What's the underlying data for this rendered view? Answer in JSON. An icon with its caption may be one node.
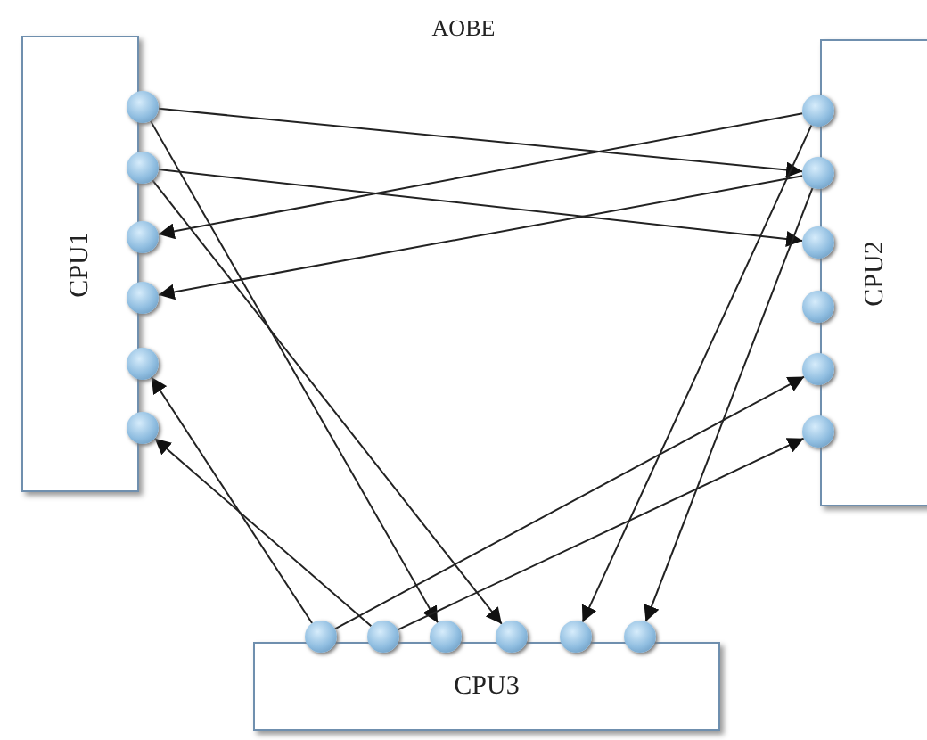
{
  "diagram": {
    "title": "AOBE",
    "nodes": [
      {
        "text": [
          "CPU1"
        ]
      },
      {
        "text": [],
        "shape": "circle"
      },
      {
        "text": [],
        "shape": "circle"
      },
      {
        "text": [],
        "shape": "circle"
      },
      {
        "text": [],
        "shape": "circle"
      },
      {
        "text": [],
        "shape": "circle"
      },
      {
        "text": [],
        "shape": "circle"
      },
      {
        "text": [
          "CPU2"
        ]
      },
      {
        "text": [],
        "shape": "circle"
      },
      {
        "text": [],
        "shape": "circle"
      },
      {
        "text": [],
        "shape": "circle"
      },
      {
        "text": [],
        "shape": "circle"
      },
      {
        "text": [],
        "shape": "circle"
      },
      {
        "text": [],
        "shape": "circle"
      },
      {
        "text": [
          "CPU3"
        ]
      },
      {
        "text": [],
        "shape": "circle"
      },
      {
        "text": [],
        "shape": "circle"
      },
      {
        "text": [],
        "shape": "circle"
      },
      {
        "text": [],
        "shape": "circle"
      },
      {
        "text": [],
        "shape": "circle"
      },
      {
        "text": [],
        "shape": "circle"
      }
    ],
    "edges": [
      {
        "from": 1,
        "to": 9,
        "arrow": "to"
      },
      {
        "from": 1,
        "to": 17,
        "arrow": "to"
      },
      {
        "from": 2,
        "to": 10,
        "arrow": "to"
      },
      {
        "from": 2,
        "to": 18,
        "arrow": "to"
      },
      {
        "from": 8,
        "to": 3,
        "arrow": "to"
      },
      {
        "from": 9,
        "to": 4,
        "arrow": "to"
      },
      {
        "from": 8,
        "to": 19,
        "arrow": "to"
      },
      {
        "from": 9,
        "to": 20,
        "arrow": "to"
      },
      {
        "from": 15,
        "to": 5,
        "arrow": "to"
      },
      {
        "from": 16,
        "to": 6,
        "arrow": "to"
      },
      {
        "from": 15,
        "to": 12,
        "arrow": "to"
      },
      {
        "from": 16,
        "to": 13,
        "arrow": "to"
      }
    ]
  }
}
